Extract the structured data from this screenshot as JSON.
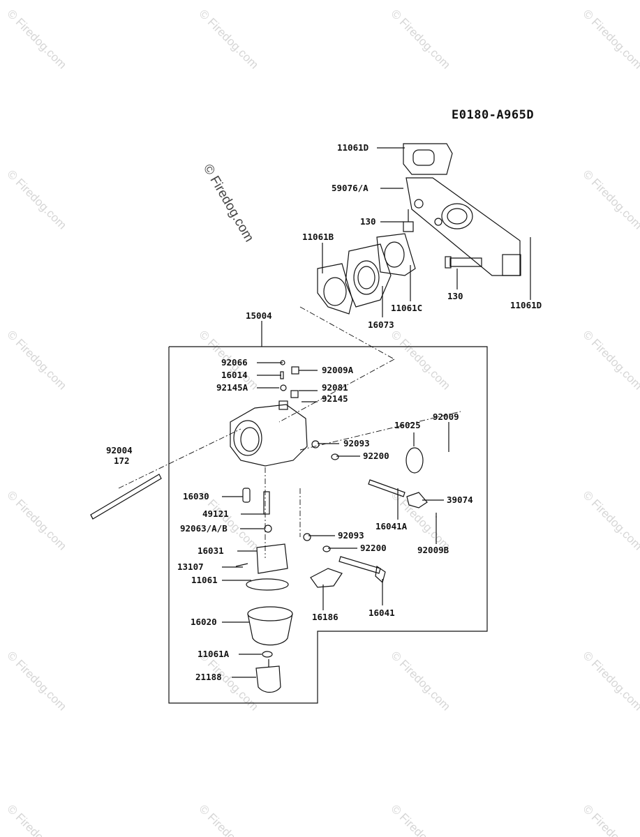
{
  "diagram_code": "E0180-A965D",
  "watermark": "© Firedog.com",
  "parts": {
    "p11061D_top": "11061D",
    "p59076A": "59076/A",
    "p130_left": "130",
    "p11061B": "11061B",
    "p11061C": "11061C",
    "p16073": "16073",
    "p130_right": "130",
    "p11061D_right": "11061D",
    "p15004": "15004",
    "p92066": "92066",
    "p92009A": "92009A",
    "p16014": "16014",
    "p92145A": "92145A",
    "p92081": "92081",
    "p92145": "92145",
    "p92009": "92009",
    "p16025": "16025",
    "p92004": "92004",
    "p172": "172",
    "p92093_a": "92093",
    "p92200_a": "92200",
    "p39074": "39074",
    "p16030": "16030",
    "p16041A": "16041A",
    "p49121": "49121",
    "p92009B": "92009B",
    "p92063AB": "92063/A/B",
    "p92093_b": "92093",
    "p92200_b": "92200",
    "p16031": "16031",
    "p13107": "13107",
    "p11061": "11061",
    "p16186": "16186",
    "p16041": "16041",
    "p16020": "16020",
    "p11061A": "11061A",
    "p21188": "21188"
  }
}
